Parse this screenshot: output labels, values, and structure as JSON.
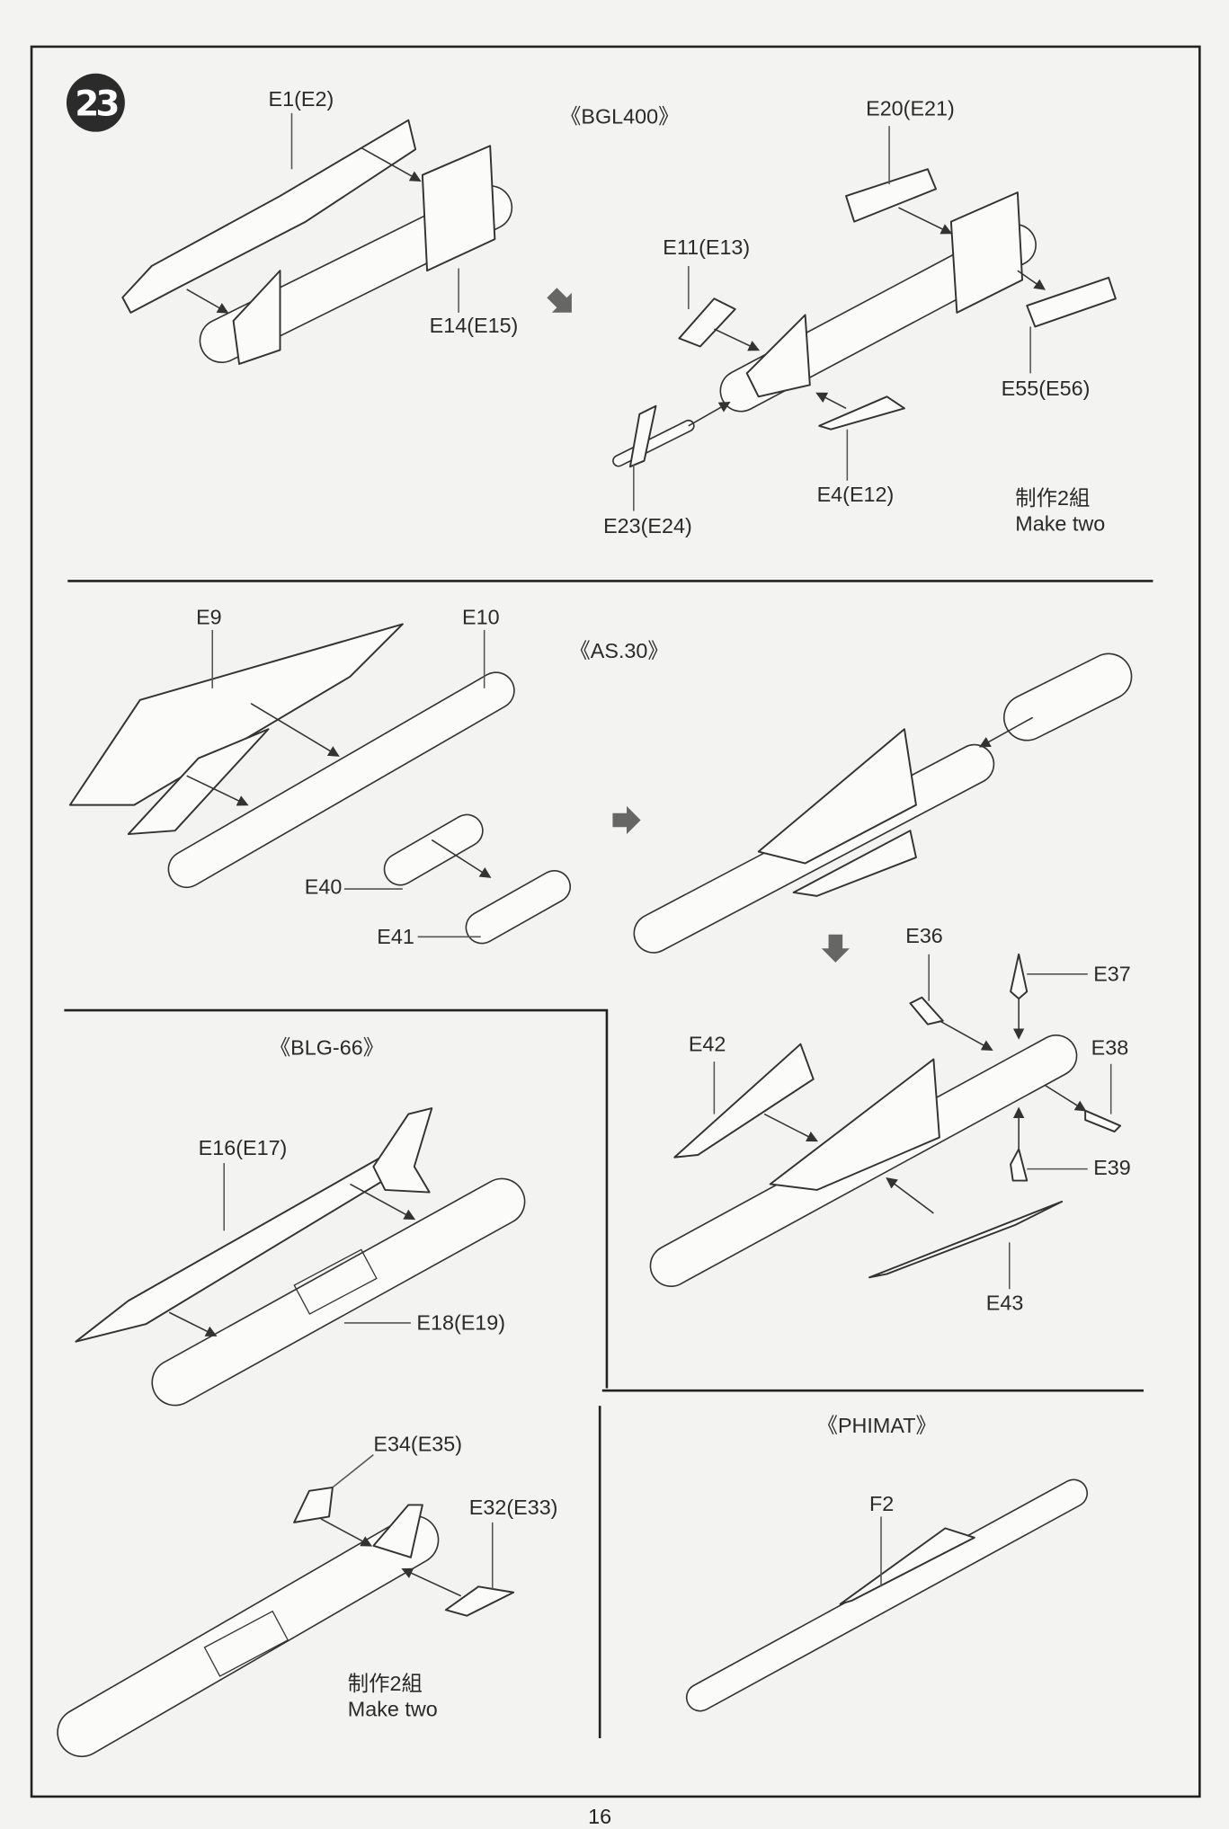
{
  "page": {
    "step_number": "23",
    "page_number": "16"
  },
  "sections": {
    "bgl400": {
      "title": "《BGL400》",
      "parts": [
        "E1(E2)",
        "E14(E15)",
        "E20(E21)",
        "E11(E13)",
        "E55(E56)",
        "E4(E12)",
        "E23(E24)"
      ],
      "note_cn": "制作2組",
      "note_en": "Make two"
    },
    "as30": {
      "title": "《AS.30》",
      "parts": [
        "E9",
        "E10",
        "E40",
        "E41",
        "E36",
        "E37",
        "E42",
        "E38",
        "E39",
        "E43"
      ]
    },
    "blg66": {
      "title": "《BLG-66》",
      "parts": [
        "E16(E17)",
        "E18(E19)",
        "E34(E35)",
        "E32(E33)"
      ],
      "note_cn": "制作2組",
      "note_en": "Make two"
    },
    "phimat": {
      "title": "《PHIMAT》",
      "parts": [
        "F2"
      ]
    }
  },
  "colors": {
    "paper": "#f3f3f1",
    "ink": "#2a2a2a",
    "arrow": "#6a6a6a"
  }
}
